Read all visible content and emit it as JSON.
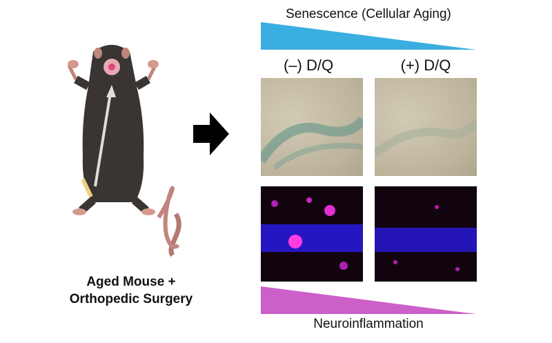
{
  "left": {
    "caption_line1": "Aged Mouse +",
    "caption_line2": "Orthopedic Surgery"
  },
  "right": {
    "top_gradient_label": "Senescence (Cellular Aging)",
    "bottom_gradient_label": "Neuroinflammation",
    "conditions": [
      "(–) D/Q",
      "(+) D/Q"
    ]
  },
  "colors": {
    "senescence": "#3aaee0",
    "neuroinflammation": "#cc5fc8",
    "mouse": "#3a3532"
  }
}
